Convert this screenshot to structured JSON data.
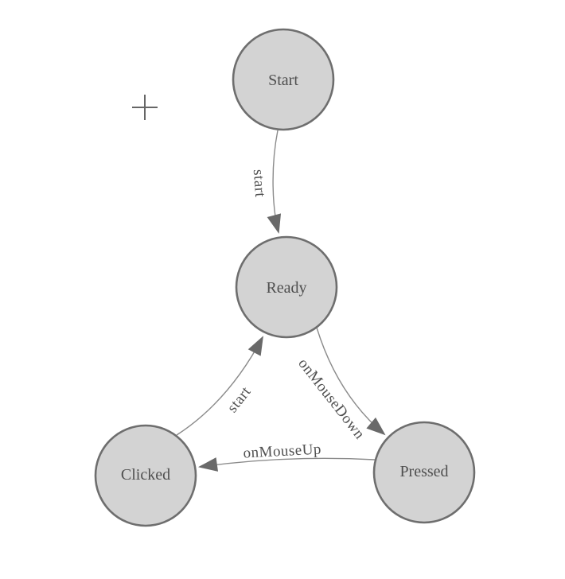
{
  "diagram": {
    "type": "state-machine",
    "nodes": [
      {
        "id": "start",
        "label": "Start"
      },
      {
        "id": "ready",
        "label": "Ready"
      },
      {
        "id": "clicked",
        "label": "Clicked"
      },
      {
        "id": "pressed",
        "label": "Pressed"
      }
    ],
    "edges": [
      {
        "from": "Start",
        "to": "Ready",
        "label": "start"
      },
      {
        "from": "Ready",
        "to": "Pressed",
        "label": "onMouseDown"
      },
      {
        "from": "Pressed",
        "to": "Clicked",
        "label": "onMouseUp"
      },
      {
        "from": "Clicked",
        "to": "Ready",
        "label": "start"
      }
    ],
    "colors": {
      "background": "#ffffff",
      "node_fill": "#d3d3d3",
      "node_border": "#6e6e6e",
      "edge_stroke": "#8b8b8b",
      "arrowhead_fill": "#696969",
      "label_text": "#4f4f4f",
      "crosshair": "#666666"
    }
  }
}
